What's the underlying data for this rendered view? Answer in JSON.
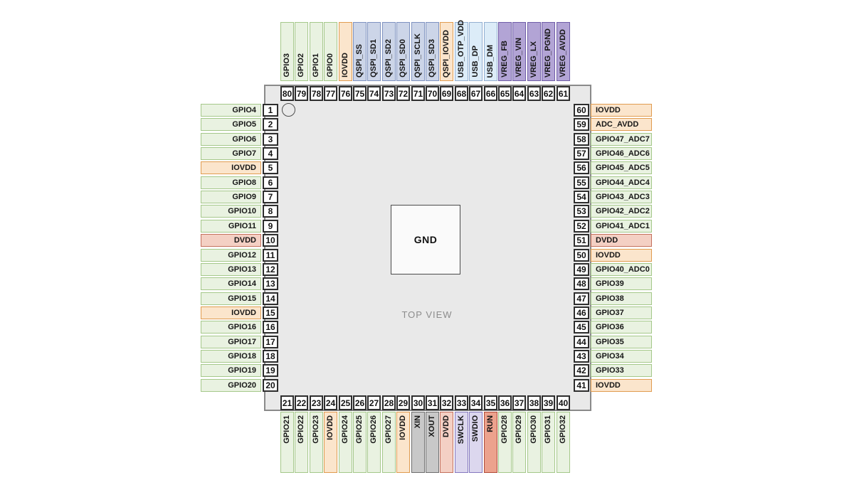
{
  "diagram": {
    "title": "TOP VIEW",
    "center_pad_label": "GND",
    "colors": {
      "body_fill": "#e9e9e9",
      "body_border": "#8a8a8a",
      "number_cell_fill": "#ffffff",
      "number_cell_border": "#2e2e2e",
      "types": {
        "gpio": {
          "fill": "#e9f2e1",
          "border": "#a5c88a"
        },
        "iovdd": {
          "fill": "#fbe5cc",
          "border": "#e09c50"
        },
        "dvdd": {
          "fill": "#f4d0c4",
          "border": "#c4705d"
        },
        "qspi": {
          "fill": "#ccd5e8",
          "border": "#7e92c0"
        },
        "usb": {
          "fill": "#dcecf8",
          "border": "#93afd1"
        },
        "vreg": {
          "fill": "#b2a4d5",
          "border": "#6f5da8"
        },
        "sw": {
          "fill": "#dcd7ee",
          "border": "#8579bf"
        },
        "run": {
          "fill": "#eca28d",
          "border": "#b04a38"
        },
        "xtal": {
          "fill": "#c8c8c8",
          "border": "#6e6e6e"
        }
      }
    },
    "sides": {
      "top": {
        "pins": [
          {
            "num": 80,
            "label": "GPIO3",
            "type": "gpio"
          },
          {
            "num": 79,
            "label": "GPIO2",
            "type": "gpio"
          },
          {
            "num": 78,
            "label": "GPIO1",
            "type": "gpio"
          },
          {
            "num": 77,
            "label": "GPIO0",
            "type": "gpio"
          },
          {
            "num": 76,
            "label": "IOVDD",
            "type": "iovdd"
          },
          {
            "num": 75,
            "label": "QSPI_SS",
            "type": "qspi"
          },
          {
            "num": 74,
            "label": "QSPI_SD1",
            "type": "qspi"
          },
          {
            "num": 73,
            "label": "QSPI_SD2",
            "type": "qspi"
          },
          {
            "num": 72,
            "label": "QSPI_SD0",
            "type": "qspi"
          },
          {
            "num": 71,
            "label": "QSPI_SCLK",
            "type": "qspi"
          },
          {
            "num": 70,
            "label": "QSPI_SD3",
            "type": "qspi"
          },
          {
            "num": 69,
            "label": "QSPI_IOVDD",
            "type": "iovdd"
          },
          {
            "num": 68,
            "label": "USB_OTP_VDD",
            "type": "usb"
          },
          {
            "num": 67,
            "label": "USB_DP",
            "type": "usb"
          },
          {
            "num": 66,
            "label": "USB_DM",
            "type": "usb"
          },
          {
            "num": 65,
            "label": "VREG_FB",
            "type": "vreg"
          },
          {
            "num": 64,
            "label": "VREG_VIN",
            "type": "vreg"
          },
          {
            "num": 63,
            "label": "VREG_LX",
            "type": "vreg"
          },
          {
            "num": 62,
            "label": "VREG_PGND",
            "type": "vreg"
          },
          {
            "num": 61,
            "label": "VREG_AVDD",
            "type": "vreg"
          }
        ]
      },
      "left": {
        "pins": [
          {
            "num": 1,
            "label": "GPIO4",
            "type": "gpio"
          },
          {
            "num": 2,
            "label": "GPIO5",
            "type": "gpio"
          },
          {
            "num": 3,
            "label": "GPIO6",
            "type": "gpio"
          },
          {
            "num": 4,
            "label": "GPIO7",
            "type": "gpio"
          },
          {
            "num": 5,
            "label": "IOVDD",
            "type": "iovdd"
          },
          {
            "num": 6,
            "label": "GPIO8",
            "type": "gpio"
          },
          {
            "num": 7,
            "label": "GPIO9",
            "type": "gpio"
          },
          {
            "num": 8,
            "label": "GPIO10",
            "type": "gpio"
          },
          {
            "num": 9,
            "label": "GPIO11",
            "type": "gpio"
          },
          {
            "num": 10,
            "label": "DVDD",
            "type": "dvdd"
          },
          {
            "num": 11,
            "label": "GPIO12",
            "type": "gpio"
          },
          {
            "num": 12,
            "label": "GPIO13",
            "type": "gpio"
          },
          {
            "num": 13,
            "label": "GPIO14",
            "type": "gpio"
          },
          {
            "num": 14,
            "label": "GPIO15",
            "type": "gpio"
          },
          {
            "num": 15,
            "label": "IOVDD",
            "type": "iovdd"
          },
          {
            "num": 16,
            "label": "GPIO16",
            "type": "gpio"
          },
          {
            "num": 17,
            "label": "GPIO17",
            "type": "gpio"
          },
          {
            "num": 18,
            "label": "GPIO18",
            "type": "gpio"
          },
          {
            "num": 19,
            "label": "GPIO19",
            "type": "gpio"
          },
          {
            "num": 20,
            "label": "GPIO20",
            "type": "gpio"
          }
        ]
      },
      "right": {
        "pins": [
          {
            "num": 60,
            "label": "IOVDD",
            "type": "iovdd"
          },
          {
            "num": 59,
            "label": "ADC_AVDD",
            "type": "iovdd"
          },
          {
            "num": 58,
            "label": "GPIO47_ADC7",
            "type": "gpio"
          },
          {
            "num": 57,
            "label": "GPIO46_ADC6",
            "type": "gpio"
          },
          {
            "num": 56,
            "label": "GPIO45_ADC5",
            "type": "gpio"
          },
          {
            "num": 55,
            "label": "GPIO44_ADC4",
            "type": "gpio"
          },
          {
            "num": 54,
            "label": "GPIO43_ADC3",
            "type": "gpio"
          },
          {
            "num": 53,
            "label": "GPIO42_ADC2",
            "type": "gpio"
          },
          {
            "num": 52,
            "label": "GPIO41_ADC1",
            "type": "gpio"
          },
          {
            "num": 51,
            "label": "DVDD",
            "type": "dvdd"
          },
          {
            "num": 50,
            "label": "IOVDD",
            "type": "iovdd"
          },
          {
            "num": 49,
            "label": "GPIO40_ADC0",
            "type": "gpio"
          },
          {
            "num": 48,
            "label": "GPIO39",
            "type": "gpio"
          },
          {
            "num": 47,
            "label": "GPIO38",
            "type": "gpio"
          },
          {
            "num": 46,
            "label": "GPIO37",
            "type": "gpio"
          },
          {
            "num": 45,
            "label": "GPIO36",
            "type": "gpio"
          },
          {
            "num": 44,
            "label": "GPIO35",
            "type": "gpio"
          },
          {
            "num": 43,
            "label": "GPIO34",
            "type": "gpio"
          },
          {
            "num": 42,
            "label": "GPIO33",
            "type": "gpio"
          },
          {
            "num": 41,
            "label": "IOVDD",
            "type": "iovdd"
          }
        ]
      },
      "bottom": {
        "pins": [
          {
            "num": 21,
            "label": "GPIO21",
            "type": "gpio"
          },
          {
            "num": 22,
            "label": "GPIO22",
            "type": "gpio"
          },
          {
            "num": 23,
            "label": "GPIO23",
            "type": "gpio"
          },
          {
            "num": 24,
            "label": "IOVDD",
            "type": "iovdd"
          },
          {
            "num": 25,
            "label": "GPIO24",
            "type": "gpio"
          },
          {
            "num": 26,
            "label": "GPIO25",
            "type": "gpio"
          },
          {
            "num": 27,
            "label": "GPIO26",
            "type": "gpio"
          },
          {
            "num": 28,
            "label": "GPIO27",
            "type": "gpio"
          },
          {
            "num": 29,
            "label": "IOVDD",
            "type": "iovdd"
          },
          {
            "num": 30,
            "label": "XIN",
            "type": "xtal"
          },
          {
            "num": 31,
            "label": "XOUT",
            "type": "xtal"
          },
          {
            "num": 32,
            "label": "DVDD",
            "type": "dvdd"
          },
          {
            "num": 33,
            "label": "SWCLK",
            "type": "sw"
          },
          {
            "num": 34,
            "label": "SWDIO",
            "type": "sw"
          },
          {
            "num": 35,
            "label": "RUN",
            "type": "run"
          },
          {
            "num": 36,
            "label": "GPIO28",
            "type": "gpio"
          },
          {
            "num": 37,
            "label": "GPIO29",
            "type": "gpio"
          },
          {
            "num": 38,
            "label": "GPIO30",
            "type": "gpio"
          },
          {
            "num": 39,
            "label": "GPIO31",
            "type": "gpio"
          },
          {
            "num": 40,
            "label": "GPIO32",
            "type": "gpio"
          }
        ]
      }
    }
  }
}
